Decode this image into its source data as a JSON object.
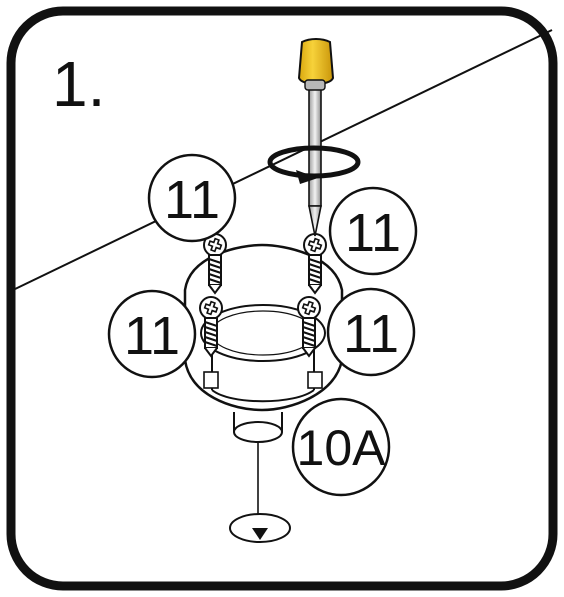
{
  "step": {
    "number": "1."
  },
  "callouts": [
    {
      "id": "screw-top-left",
      "label": "11"
    },
    {
      "id": "screw-top-right",
      "label": "11"
    },
    {
      "id": "screw-bottom-left",
      "label": "11"
    },
    {
      "id": "screw-bottom-right",
      "label": "11"
    },
    {
      "id": "base-part",
      "label": "10A"
    }
  ],
  "icons": {
    "screwdriver": "screwdriver-icon",
    "rotation": "rotate-counterclockwise-icon",
    "screw": "phillips-screw-icon",
    "hole": "drill-hole-icon"
  },
  "colors": {
    "frame": "#111111",
    "background": "#ffffff",
    "screwdriver_handle": "#f2c21a",
    "screwdriver_handle_shadow": "#c99a0b",
    "shaft": "#d9d9d9",
    "line": "#1a1a1a"
  }
}
